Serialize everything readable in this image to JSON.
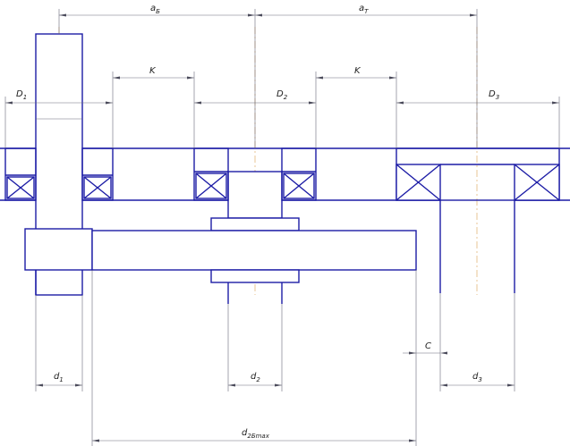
{
  "labels": {
    "aB": {
      "main": "a",
      "sub": "Б"
    },
    "aT": {
      "main": "a",
      "sub": "Т"
    },
    "K1": {
      "main": "K",
      "sub": ""
    },
    "K2": {
      "main": "K",
      "sub": ""
    },
    "D1": {
      "main": "D",
      "sub": "1"
    },
    "D2": {
      "main": "D",
      "sub": "2"
    },
    "D3": {
      "main": "D",
      "sub": "3"
    },
    "C": {
      "main": "C",
      "sub": ""
    },
    "d1": {
      "main": "d",
      "sub": "1"
    },
    "d2": {
      "main": "d",
      "sub": "2"
    },
    "d3": {
      "main": "d",
      "sub": "3"
    },
    "d2B": {
      "main": "d",
      "sub": "2Бmax"
    }
  },
  "colors": {
    "outline": "#1c1ca6",
    "dimension": "#6a6a7a",
    "centerline": "#d9a050"
  }
}
